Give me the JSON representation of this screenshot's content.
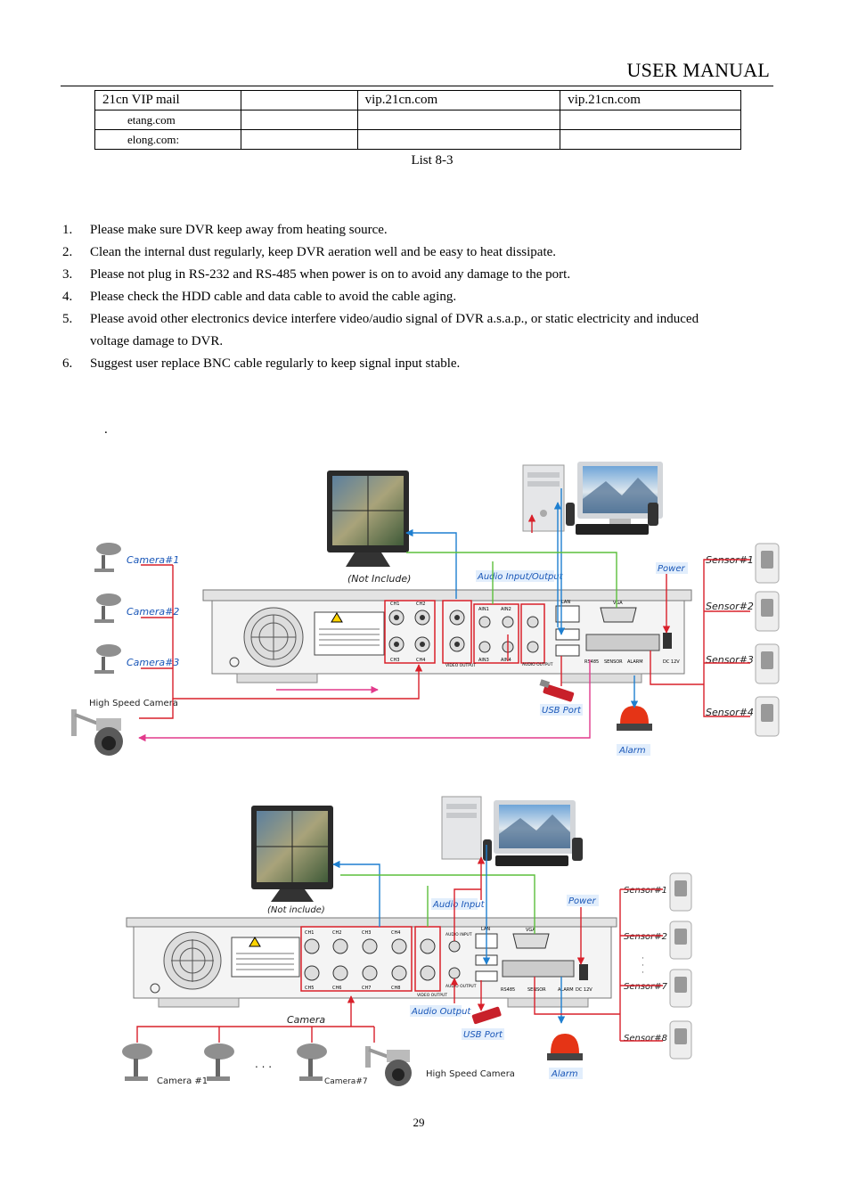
{
  "header": {
    "title": "USER MANUAL"
  },
  "mail_table": {
    "rows": [
      [
        "21cn  VIP  mail",
        "",
        "vip.21cn.com",
        "vip.21cn.com"
      ],
      [
        "etang.com",
        "",
        "",
        ""
      ],
      [
        "elong.com:",
        "",
        "",
        ""
      ]
    ]
  },
  "table_caption": "List 8-3",
  "notes": [
    {
      "num": "1.",
      "text": "Please make sure DVR keep away from heating source."
    },
    {
      "num": "2.",
      "text": "Clean the internal dust regularly, keep DVR aeration well and be easy to heat dissipate."
    },
    {
      "num": "3.",
      "text": "Please not plug in RS-232 and RS-485 when power is on to avoid any damage to the port."
    },
    {
      "num": "4.",
      "text": "Please check the HDD cable and data cable to avoid the cable aging."
    },
    {
      "num": "5.",
      "text": "Please avoid other electronics device interfere video/audio signal of DVR a.s.a.p., or static electricity and induced voltage damage to DVR."
    },
    {
      "num": "6.",
      "text": "Suggest user replace BNC cable regularly to keep signal input stable."
    }
  ],
  "stray_dot": ".",
  "diagram1": {
    "monitor_caption": "(Not Include)",
    "cameras": [
      "Camera#1",
      "Camera#2",
      "Camera#3"
    ],
    "high_speed_camera": "High Speed Camera",
    "sensors": [
      "Sensor#1",
      "Sensor#2",
      "Sensor#3",
      "Sensor#4"
    ],
    "audio_label": "Audio Input/Output",
    "power_label": "Power",
    "usb_label": "USB Port",
    "alarm_label": "Alarm",
    "panel": {
      "ch1": "CH1",
      "ch2": "CH2",
      "ch3": "CH3",
      "ch4": "CH4",
      "video_output": "VIDEO OUTPUT",
      "ain1": "AIN1",
      "ain2": "AIN2",
      "ain3": "AIN3",
      "ain4": "AIN4",
      "audio_output": "AUDIO OUTPUT",
      "lan": "LAN",
      "vga": "VGA",
      "rs485": "RS485",
      "sensor": "SENSOR",
      "alarm": "ALARM",
      "dc": "DC 12V"
    }
  },
  "diagram2": {
    "monitor_caption": "(Not include)",
    "camera_group": "Camera",
    "cameras": [
      "Camera #1",
      "Camera#7"
    ],
    "ellipsis": ". . .",
    "high_speed_camera": "High Speed Camera",
    "sensors": [
      "Sensor#1",
      "Sensor#2",
      "Sensor#7",
      "Sensor#8"
    ],
    "audio_input_label": "Audio Input",
    "audio_output_label": "Audio Output",
    "power_label": "Power",
    "usb_label": "USB Port",
    "alarm_label": "Alarm",
    "panel": {
      "channels": [
        "CH1",
        "CH2",
        "CH3",
        "CH4",
        "CH5",
        "CH6",
        "CH7",
        "CH8"
      ],
      "video_output": "VIDEO OUTPUT",
      "audio_input": "AUDIO INPUT",
      "audio_output": "AUDIO OUTPUT",
      "lan": "LAN",
      "vga": "VGA",
      "rs485": "RS485",
      "sensor": "SENSOR",
      "alarm": "ALARM",
      "dc": "DC 12V"
    }
  },
  "page_number": "29",
  "colors": {
    "red": "#d9202a",
    "blue": "#1e7fd0",
    "green": "#5cbf3c",
    "pink": "#e23a8c",
    "label_blue": "#1a57b8"
  }
}
